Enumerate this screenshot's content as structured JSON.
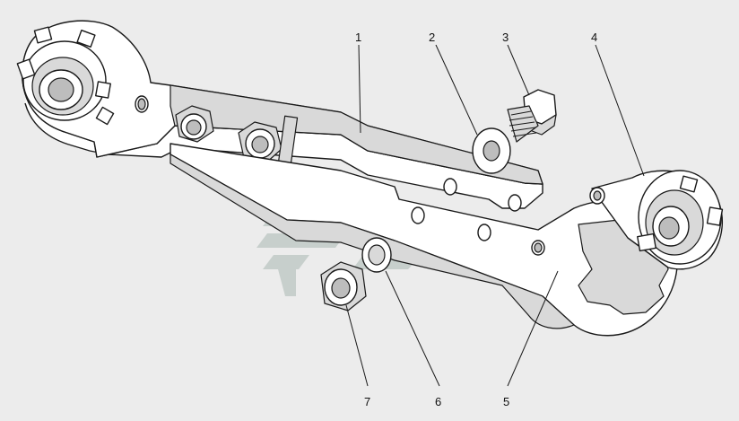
{
  "diagram": {
    "callouts": [
      "1",
      "2",
      "3",
      "4",
      "5",
      "6",
      "7"
    ]
  },
  "colors": {
    "background": "#ececec",
    "line": "#1a1a1a",
    "watermark": "#c7cfcc"
  }
}
